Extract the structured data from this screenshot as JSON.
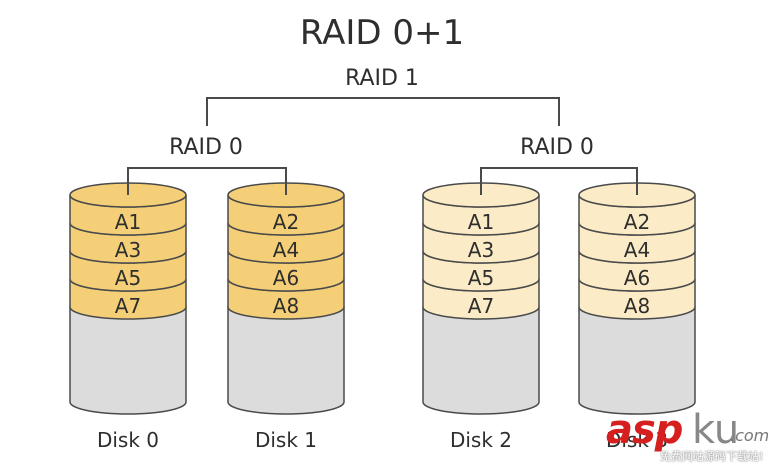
{
  "title": "RAID 0+1",
  "mirror_label": "RAID 1",
  "stripe_groups": [
    {
      "label": "RAID 0",
      "fill": "#f4cf78",
      "disks": [
        {
          "name": "Disk 0",
          "blocks": [
            "A1",
            "A3",
            "A5",
            "A7"
          ]
        },
        {
          "name": "Disk 1",
          "blocks": [
            "A2",
            "A4",
            "A6",
            "A8"
          ]
        }
      ]
    },
    {
      "label": "RAID 0",
      "fill": "#fbebc6",
      "disks": [
        {
          "name": "Disk 2",
          "blocks": [
            "A1",
            "A3",
            "A5",
            "A7"
          ]
        },
        {
          "name": "Disk 3",
          "blocks": [
            "A2",
            "A4",
            "A6",
            "A8"
          ]
        }
      ]
    }
  ],
  "colors": {
    "empty_fill": "#dcdcdc",
    "stroke": "#4a4a4a",
    "text": "#2e2e2e"
  },
  "watermark": {
    "brand": "asp",
    "brand_suffix": "ku",
    "domain": ".com",
    "tagline": "免费网站源码下载站!"
  }
}
